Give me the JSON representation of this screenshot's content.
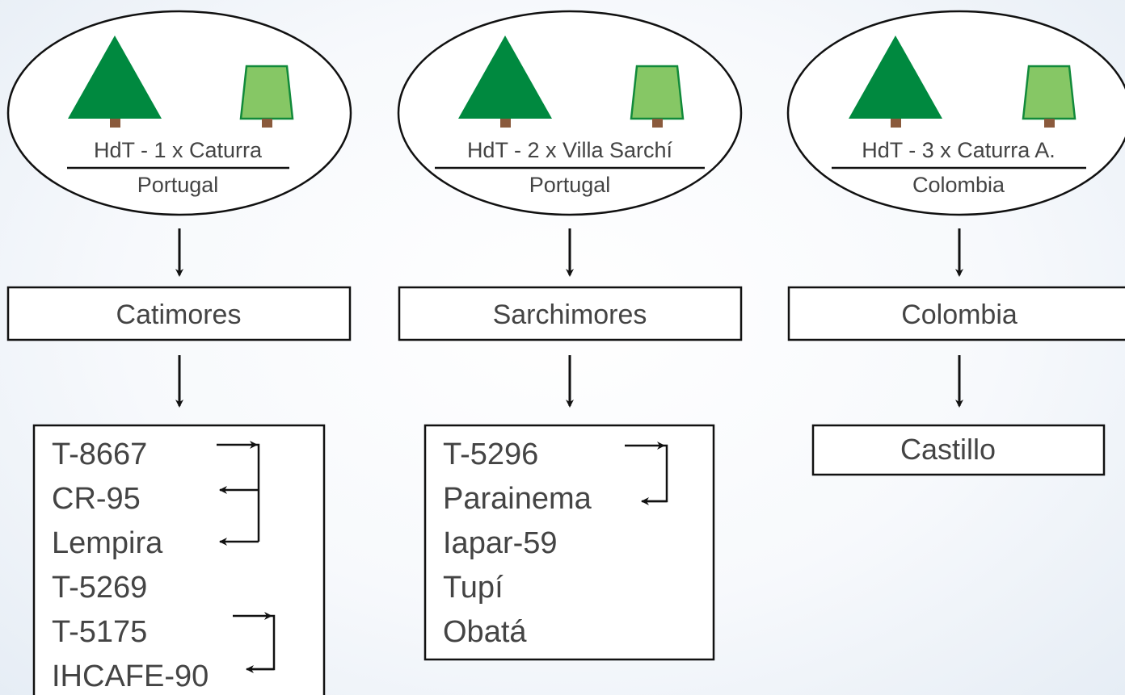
{
  "colors": {
    "tree_dark": "#00893f",
    "tree_light": "#86c765",
    "tree_light_border": "#118a3a",
    "trunk": "#8a5a3c",
    "stroke": "#111111",
    "text": "#444444"
  },
  "icons": [
    "conifer-tree-icon",
    "trapezoid-tree-icon"
  ],
  "columns": [
    {
      "cross": "HdT - 1 x Caturra",
      "origin": "Portugal",
      "group": "Catimores",
      "varieties": [
        "T-8667",
        "CR-95",
        "Lempira",
        "T-5269",
        "T-5175",
        "IHCAFE-90"
      ]
    },
    {
      "cross": "HdT - 2 x Villa Sarchí",
      "origin": "Portugal",
      "group": "Sarchimores",
      "varieties": [
        "T-5296",
        "Parainema",
        "Iapar-59",
        "Tupí",
        "Obatá"
      ]
    },
    {
      "cross": "HdT - 3 x Caturra A.",
      "origin": "Colombia",
      "group": "Colombia",
      "varieties": [
        "Castillo"
      ]
    }
  ]
}
